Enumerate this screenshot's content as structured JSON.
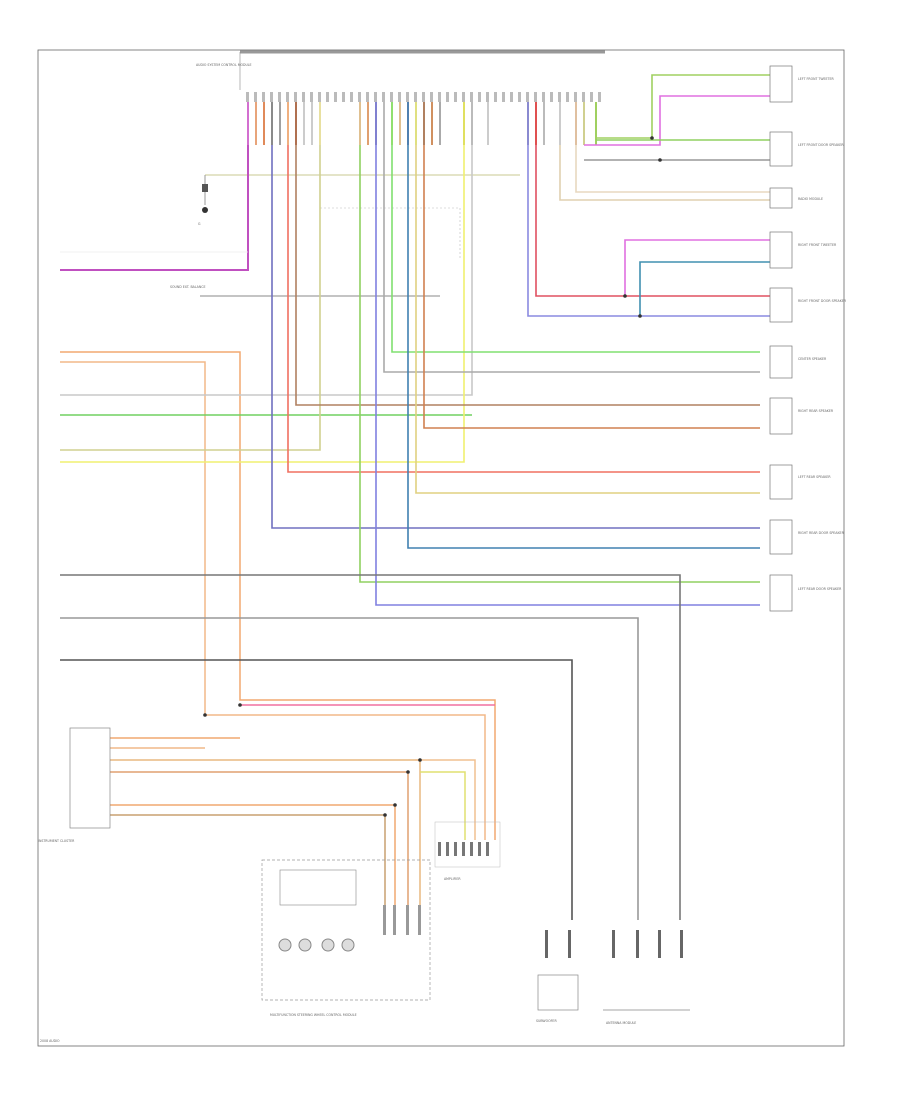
{
  "diagram": {
    "top_left_component": "AUDIO SYSTEM CONTROL MODULE",
    "ground_label": "G",
    "fuse_label": "SOUND EXT. BALANCE",
    "right_components": [
      "LEFT FRONT TWEETER",
      "LEFT FRONT DOOR SPEAKER",
      "RADIO MODULE",
      "RIGHT FRONT TWEETER",
      "RIGHT FRONT DOOR SPEAKER",
      "CENTER SPEAKER",
      "RIGHT REAR SPEAKER",
      "LEFT REAR SPEAKER",
      "RIGHT REAR DOOR SPEAKER",
      "LEFT REAR DOOR SPEAKER"
    ],
    "left_module": "INSTRUMENT CLUSTER",
    "bottom_components": [
      "MULTIFUNCTION STEERING WHEEL CONTROL MODULE",
      "AMPLIFIER",
      "SUBWOOFER",
      "ANTENNA MODULE"
    ],
    "figure_id": "2008 AUDIO"
  }
}
